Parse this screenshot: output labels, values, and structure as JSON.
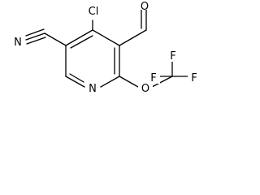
{
  "molecule": {
    "atoms": {
      "cl": "Cl",
      "o_aldehyde": "O",
      "n_nitrile": "N",
      "n_ring": "N",
      "o_ether": "O",
      "f_top": "F",
      "f_left": "F",
      "f_right": "F"
    },
    "colors": {
      "bond": "#000000",
      "label": "#000000",
      "background": "#ffffff"
    }
  }
}
